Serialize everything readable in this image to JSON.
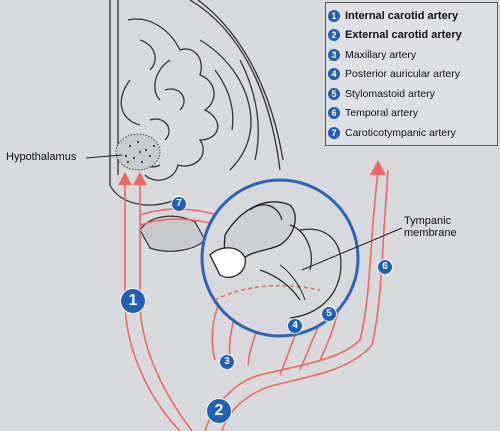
{
  "legend": [
    {
      "num": "1",
      "label": "Internal carotid artery",
      "bold": true
    },
    {
      "num": "2",
      "label": "External carotid artery",
      "bold": true
    },
    {
      "num": "3",
      "label": "Maxillary artery",
      "bold": false
    },
    {
      "num": "4",
      "label": "Posterior auricular artery",
      "bold": false
    },
    {
      "num": "5",
      "label": "Stylomastoid artery",
      "bold": false
    },
    {
      "num": "6",
      "label": "Temporal artery",
      "bold": false
    },
    {
      "num": "7",
      "label": "Caroticotympanic artery",
      "bold": false
    }
  ],
  "labels": {
    "hypothalamus": "Hypothalamus",
    "tympanic_line1": "Tympanic",
    "tympanic_line2": "membrane"
  },
  "markers": {
    "m1": "1",
    "m2": "2",
    "m3": "3",
    "m4": "4",
    "m5": "5",
    "m6": "6",
    "m7": "7"
  },
  "colors": {
    "artery": "#ee6a5e",
    "badge": "#1f5fb5",
    "ring": "#2b64b8"
  }
}
